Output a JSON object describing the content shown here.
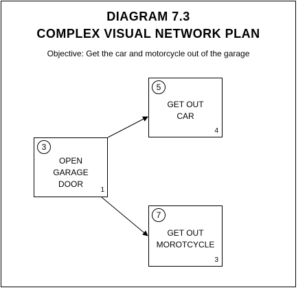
{
  "diagram": {
    "title_line1": "DIAGRAM 7.3",
    "title_line2": "COMPLEX VISUAL NETWORK PLAN",
    "objective": "Objective: Get the car and motorcycle out of the garage",
    "nodes": [
      {
        "id": "3",
        "label_lines": [
          "OPEN",
          "GARAGE",
          "DOOR"
        ],
        "duration": "1"
      },
      {
        "id": "5",
        "label_lines": [
          "GET OUT",
          "CAR"
        ],
        "duration": "4"
      },
      {
        "id": "7",
        "label_lines": [
          "GET OUT",
          "MOROTCYCLE"
        ],
        "duration": "3"
      }
    ],
    "edges": [
      {
        "from": "3",
        "to": "5"
      },
      {
        "from": "3",
        "to": "7"
      }
    ],
    "colors": {
      "line": "#000000",
      "background": "#ffffff"
    }
  }
}
